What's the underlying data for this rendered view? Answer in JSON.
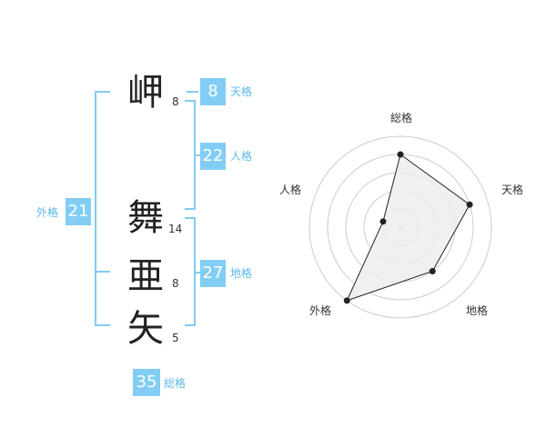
{
  "name": {
    "chars": [
      {
        "char": "岬",
        "strokes": "8"
      },
      {
        "char": "舞",
        "strokes": "14"
      },
      {
        "char": "亜",
        "strokes": "8"
      },
      {
        "char": "矢",
        "strokes": "5"
      }
    ]
  },
  "fortunes": {
    "tenkaku": {
      "value": "8",
      "label": "天格"
    },
    "jinkaku": {
      "value": "22",
      "label": "人格"
    },
    "chikaku": {
      "value": "27",
      "label": "地格"
    },
    "gaikaku": {
      "value": "21",
      "label": "外格"
    },
    "soukaku": {
      "value": "35",
      "label": "総格"
    }
  },
  "colors": {
    "accent": "#82cdf4",
    "bracket": "#80ccf1",
    "radar_fill": "#eeeeee",
    "radar_line": "#222222"
  },
  "chart_data": {
    "type": "radar",
    "axes": [
      "総格",
      "天格",
      "地格",
      "外格",
      "人格"
    ],
    "levels": 5,
    "series": [
      {
        "values": [
          4,
          4,
          3,
          5,
          1
        ]
      }
    ],
    "grid": true
  }
}
